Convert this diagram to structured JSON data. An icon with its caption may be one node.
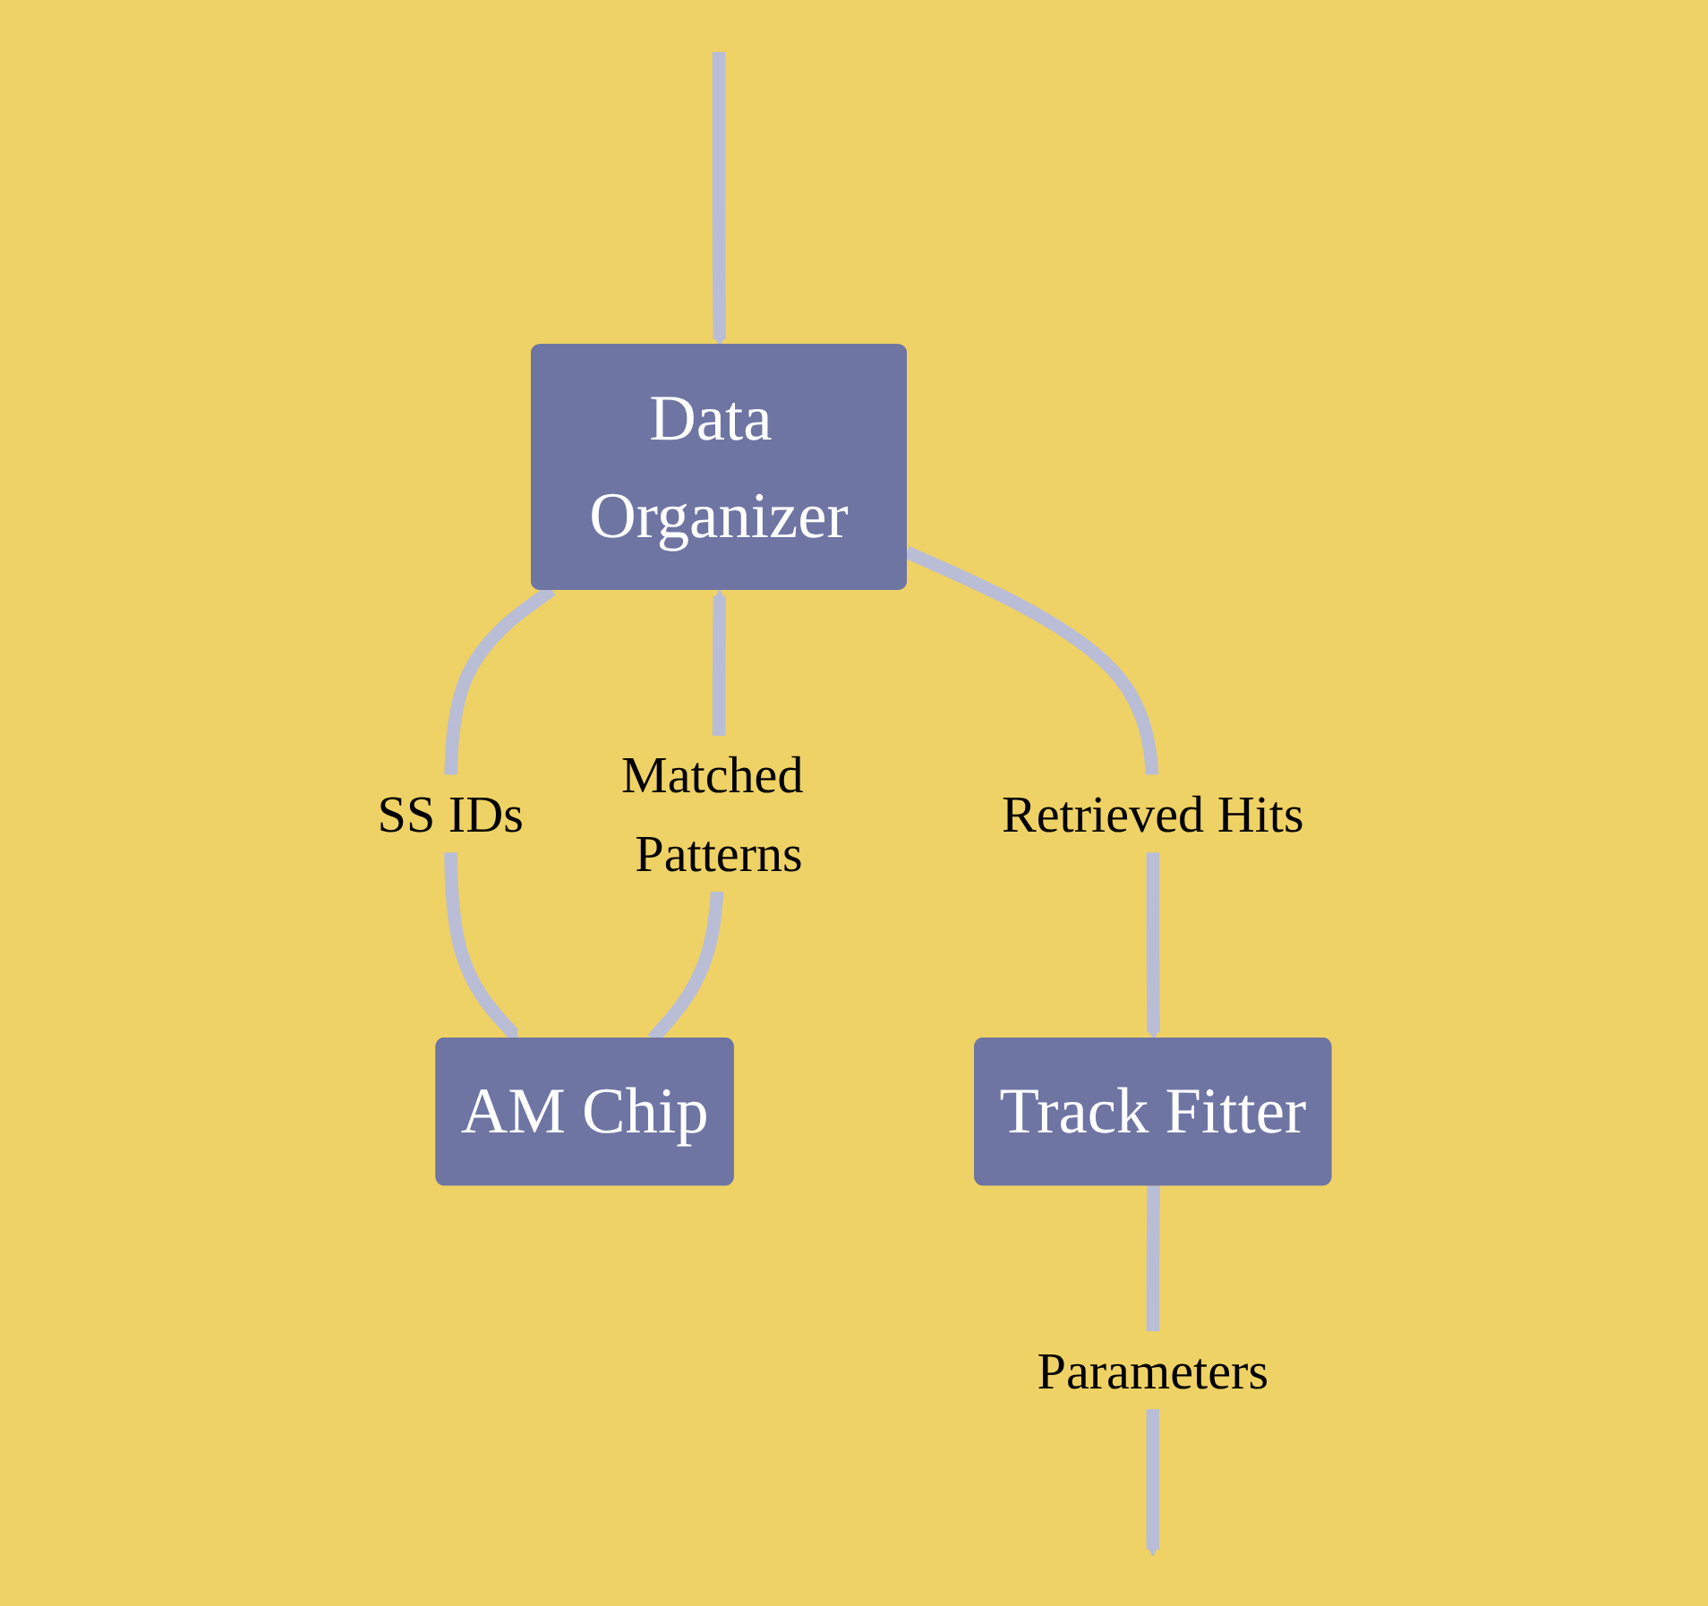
{
  "diagram": {
    "nodes": [
      {
        "text": [
          "Data Organizer"
        ]
      },
      {
        "text": [
          "AM Chip"
        ]
      },
      {
        "text": [
          "Track Fitter"
        ]
      }
    ],
    "edges": [
      {
        "from": null,
        "to": 0,
        "arrow": "to"
      },
      {
        "from": 0,
        "to": 1,
        "arrow": "to",
        "label": "SS IDs"
      },
      {
        "from": 1,
        "to": 0,
        "arrow": "to",
        "label": "Matched Patterns"
      },
      {
        "from": 0,
        "to": 2,
        "arrow": "to",
        "label": "Retrieved Hits"
      },
      {
        "from": 2,
        "to": null,
        "arrow": "to",
        "label": "Parameters"
      }
    ]
  }
}
